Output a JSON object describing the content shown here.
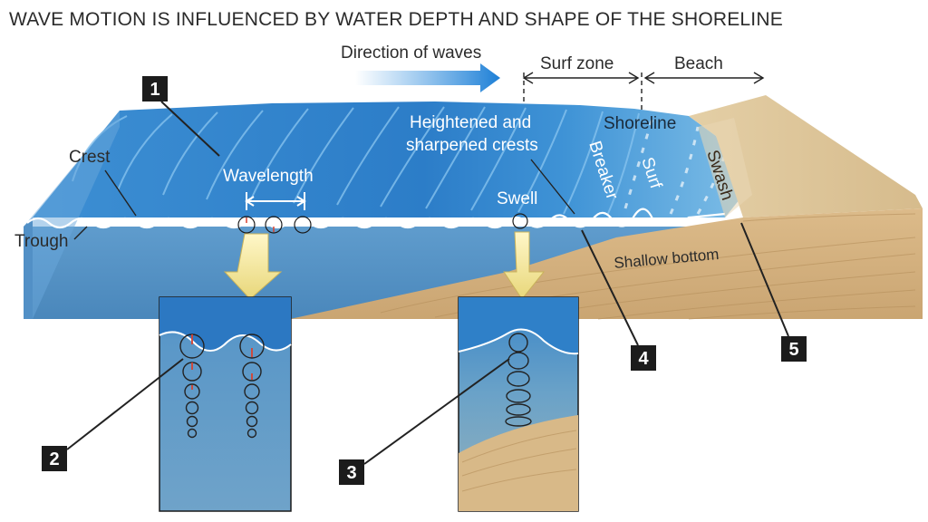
{
  "title": "WAVE MOTION IS INFLUENCED BY WATER DEPTH AND SHAPE OF THE SHORELINE",
  "labels": {
    "direction": "Direction of waves",
    "surf_zone": "Surf zone",
    "beach": "Beach",
    "heightened_1": "Heightened and",
    "heightened_2": "sharpened crests",
    "shoreline": "Shoreline",
    "breaker": "Breaker",
    "surf": "Surf",
    "swash": "Swash",
    "crest": "Crest",
    "trough": "Trough",
    "wavelength": "Wavelength",
    "swell": "Swell",
    "shallow_bottom": "Shallow bottom"
  },
  "callouts": [
    "1",
    "2",
    "3",
    "4",
    "5"
  ],
  "colors": {
    "water_top": "#2f86cf",
    "water_side": "#4e8fc4",
    "sand": "#d9b98a",
    "badge": "#1c1c1c"
  }
}
